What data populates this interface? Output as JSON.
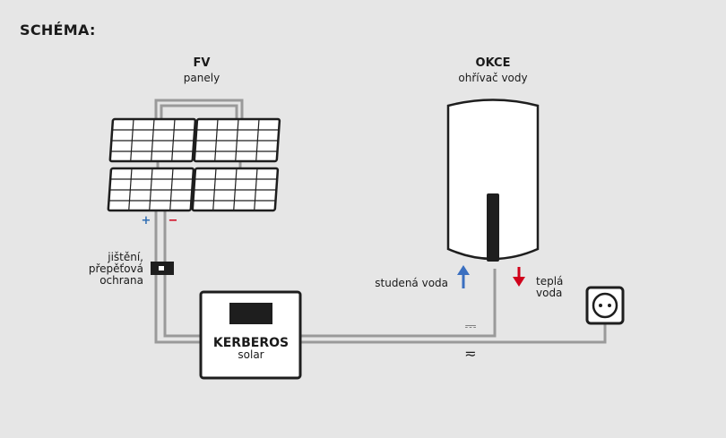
{
  "title": "SCHÉMA:",
  "pv": {
    "title": "FV",
    "subtitle": "panely",
    "plus": "+",
    "minus": "−"
  },
  "fuse": {
    "line1": "jištění,",
    "line2": "přepěťová",
    "line3": "ochrana"
  },
  "boiler": {
    "title": "OKCE",
    "subtitle": "ohřívač vody"
  },
  "cold_water": "studená voda",
  "hot_water": {
    "line1": "teplá",
    "line2": "voda"
  },
  "controller": {
    "name": "KERBEROS",
    "sub": "solar"
  },
  "dc_symbol": "⎓",
  "ac_symbol": "≂",
  "colors": {
    "plus": "#2f6db3",
    "minus": "#d0021b",
    "cold_arrow": "#3a6fc0",
    "hot_arrow": "#d0021b",
    "wire": "#9a9a9a"
  }
}
